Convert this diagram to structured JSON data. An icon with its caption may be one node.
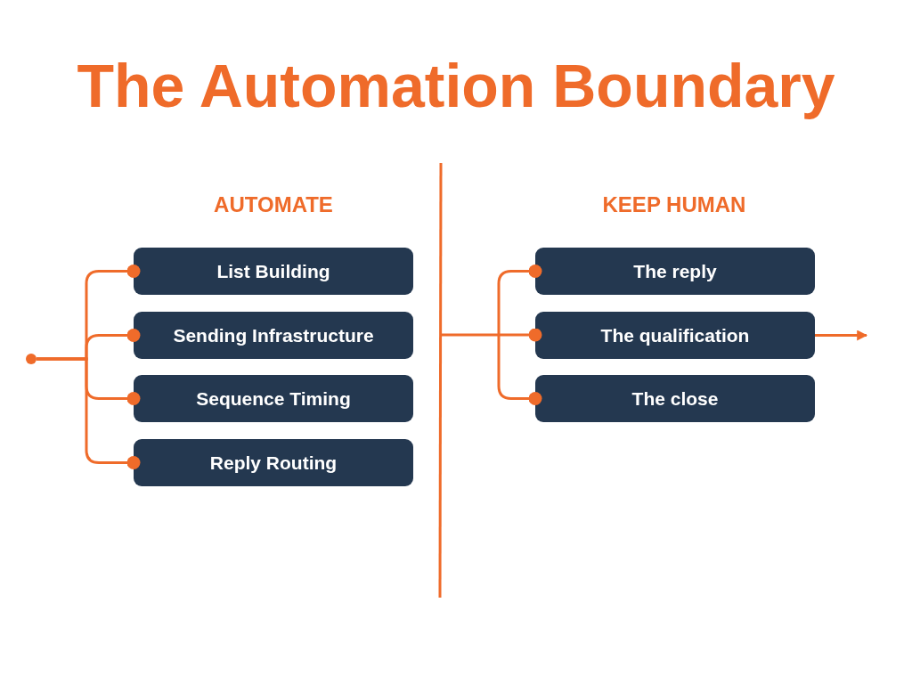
{
  "diagram": {
    "title": "The Automation Boundary",
    "nodes": [
      {
        "text": [],
        "shape": "circle"
      },
      {
        "text": [
          "List Building"
        ]
      },
      {
        "text": [
          "Sending Infrastructure"
        ]
      },
      {
        "text": [
          "Sequence Timing"
        ]
      },
      {
        "text": [
          "Reply Routing"
        ]
      },
      {
        "text": [
          "The reply"
        ]
      },
      {
        "text": [
          "The qualification"
        ]
      },
      {
        "text": [
          "The close"
        ]
      }
    ],
    "edges": [
      {
        "from": 0,
        "to": 1,
        "arrow": "other"
      },
      {
        "from": 0,
        "to": 2,
        "arrow": "other"
      },
      {
        "from": 0,
        "to": 3,
        "arrow": "other"
      },
      {
        "from": 0,
        "to": 4,
        "arrow": "other"
      },
      {
        "from": null,
        "to": 5,
        "arrow": "other"
      },
      {
        "from": null,
        "to": 6,
        "arrow": "other"
      },
      {
        "from": null,
        "to": 7,
        "arrow": "other"
      },
      {
        "from": 6,
        "to": null,
        "arrow": "to"
      }
    ],
    "labels": [
      "AUTOMATE",
      "KEEP HUMAN"
    ]
  }
}
